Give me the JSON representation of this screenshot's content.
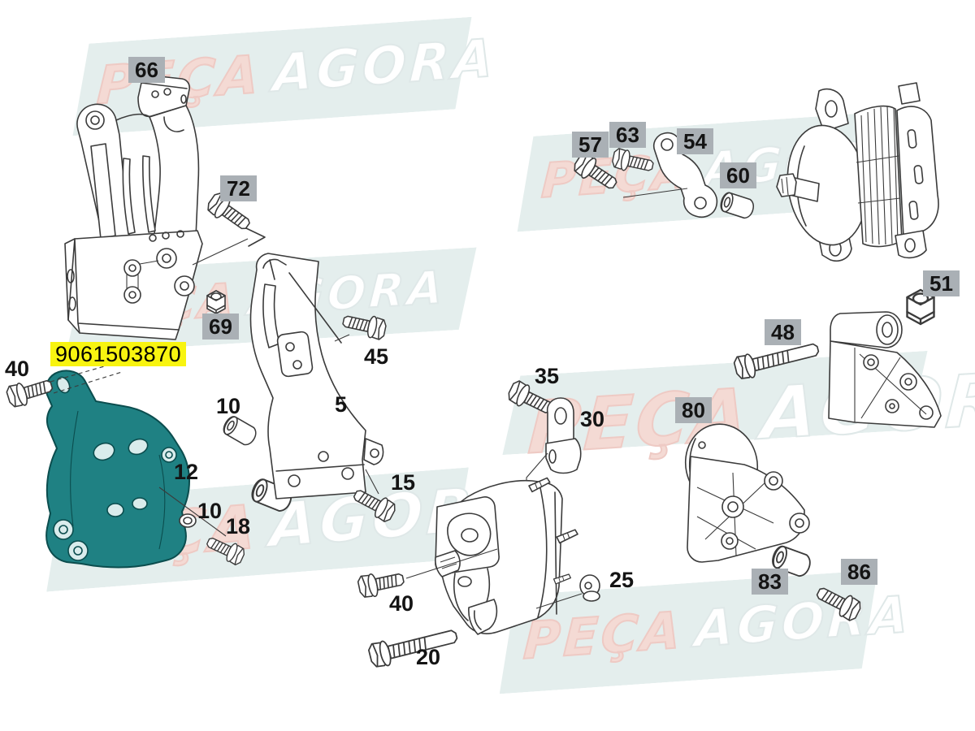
{
  "watermark": {
    "w1": "PEÇA",
    "w2": "AGORA"
  },
  "highlight": {
    "part_number": "9061503870",
    "part_number_bg": "#f8f410",
    "highlighted_part_color": "#1f8183"
  },
  "colors": {
    "label_box_bg": "#aab0b5",
    "watermark_band": "#e4eeed",
    "watermark_pink": "#f4dad4",
    "watermark_white": "#ffffff",
    "line_art": "#3b3b3b"
  },
  "labels": {
    "b66": "66",
    "b72": "72",
    "b69": "69",
    "b57": "57",
    "b63": "63",
    "b54": "54",
    "b60": "60",
    "b51": "51",
    "b48": "48",
    "b80": "80",
    "b83": "83",
    "b86": "86",
    "p40a": "40",
    "p10a": "10",
    "p12": "12",
    "p10b": "10",
    "p18": "18",
    "p5": "5",
    "p45": "45",
    "p15": "15",
    "p35": "35",
    "p30": "30",
    "p25": "25",
    "p40b": "40",
    "p20": "20"
  }
}
